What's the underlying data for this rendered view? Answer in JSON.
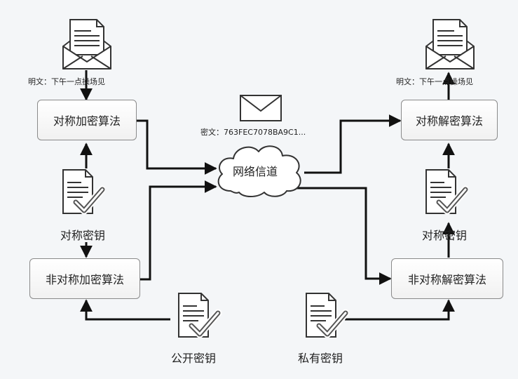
{
  "diagram": {
    "left": {
      "plaintext_label": "明文：下午一点操场见",
      "symmetric_encrypt": "对称加密算法",
      "symmetric_key": "对称密钥",
      "asymmetric_encrypt": "非对称加密算法",
      "public_key": "公开密钥"
    },
    "channel": {
      "label": "网络信道",
      "ciphertext_label": "密文：763FEC7078BA9C1..."
    },
    "right": {
      "plaintext_label": "明文：下午一点操场见",
      "symmetric_decrypt": "对称解密算法",
      "symmetric_key": "对称密钥",
      "asymmetric_decrypt": "非对称解密算法",
      "private_key": "私有密钥"
    }
  }
}
